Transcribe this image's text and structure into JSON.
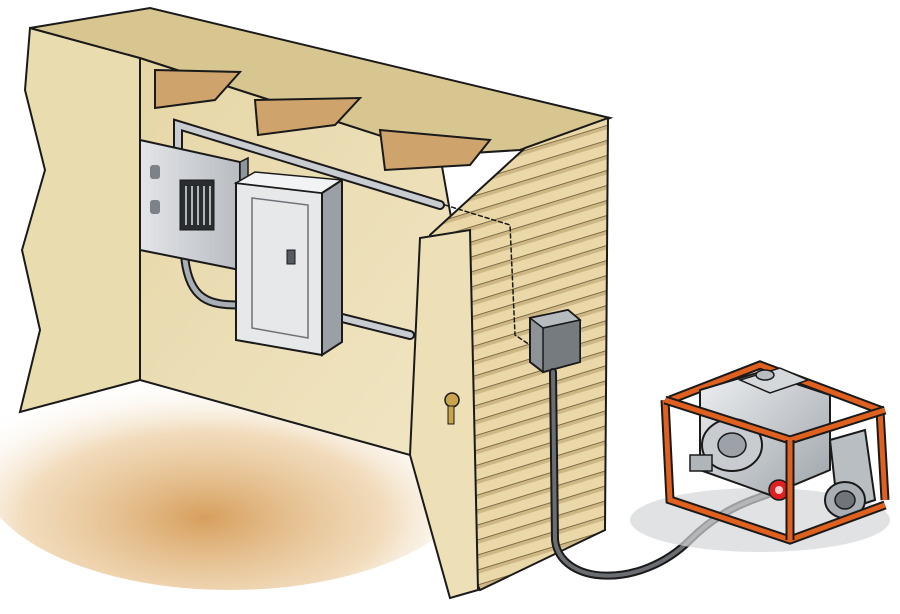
{
  "illustration": {
    "subject": "",
    "colors": {
      "wall_interior": "#efe2b8",
      "wall_shadow": "#d9c89a",
      "floor_glow": "#d8a25a",
      "siding": "#e8d5a6",
      "siding_line": "#8a7650",
      "wood": "#d8b07a",
      "panel": "#c9ccd0",
      "panel_dark": "#8f959c",
      "conduit": "#b9bdc2",
      "cable": "#5e6266",
      "frame_orange": "#e0601f",
      "plug_red": "#e02020",
      "outline": "#1a1a1a",
      "door_knob": "#c9a44c"
    },
    "parts": [
      "main-service-panel",
      "transfer-switch-panel",
      "conduit",
      "exterior-inlet-box",
      "power-cord",
      "portable-generator",
      "door",
      "joists"
    ]
  }
}
